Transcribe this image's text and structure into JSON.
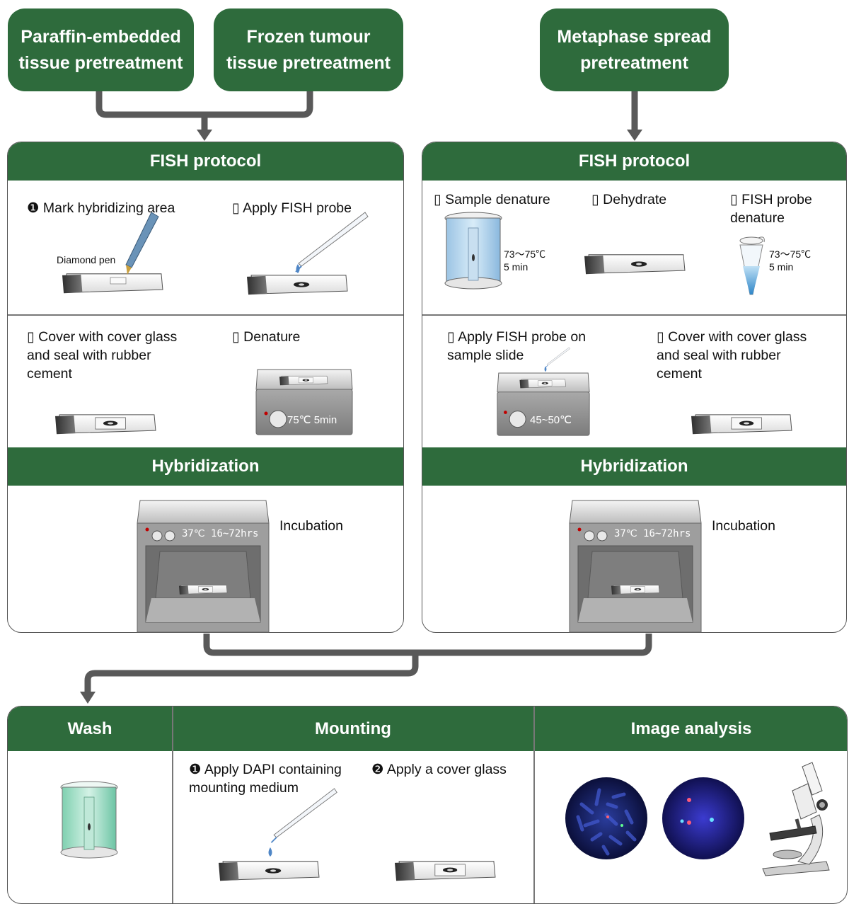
{
  "colors": {
    "accent_green": "#2e6b3c",
    "arrow_gray": "#595959",
    "probe_blue": "#4f86c6"
  },
  "top_boxes": {
    "paraffin": [
      "Paraffin-embedded",
      "tissue pretreatment"
    ],
    "frozen": [
      "Frozen tumour",
      "tissue pretreatment"
    ],
    "metaphase": [
      "Metaphase spread",
      "pretreatment"
    ]
  },
  "left_panel": {
    "header": "FISH protocol",
    "step1": {
      "bullet": "❶",
      "label": "Mark hybridizing area",
      "tool": "Diamond pen"
    },
    "step2": {
      "bullet": "▯",
      "label": "Apply FISH probe"
    },
    "step3": {
      "bullet": "▯",
      "label": "Cover with cover glass\nand seal with rubber\ncement"
    },
    "step4": {
      "bullet": "▯",
      "label": "Denature",
      "plate_display": "75℃  5min"
    },
    "hybridization": "Hybridization",
    "incubation": "Incubation",
    "oven_display": "37℃ 16~72hrs"
  },
  "right_panel": {
    "header": "FISH protocol",
    "step1": {
      "bullet": "▯",
      "label": "Sample denature",
      "condition": "73～75℃\n5 min"
    },
    "step2": {
      "bullet": "▯",
      "label": "Dehydrate"
    },
    "step3": {
      "bullet": "▯",
      "label": "FISH probe\ndenature",
      "condition": "73～75℃\n5 min"
    },
    "step4": {
      "bullet": "▯",
      "label": "Apply FISH probe on\nsample slide",
      "plate_display": "45~50℃"
    },
    "step5": {
      "bullet": "▯",
      "label": "Cover with cover glass\nand seal with rubber\ncement"
    },
    "hybridization": "Hybridization",
    "incubation": "Incubation",
    "oven_display": "37℃ 16~72hrs"
  },
  "bottom_panel": {
    "wash": "Wash",
    "mounting": "Mounting",
    "image_analysis": "Image analysis",
    "mount_step1": {
      "bullet": "❶",
      "label": "Apply DAPI containing\nmounting medium"
    },
    "mount_step2": {
      "bullet": "❷",
      "label": "Apply a cover glass"
    }
  }
}
